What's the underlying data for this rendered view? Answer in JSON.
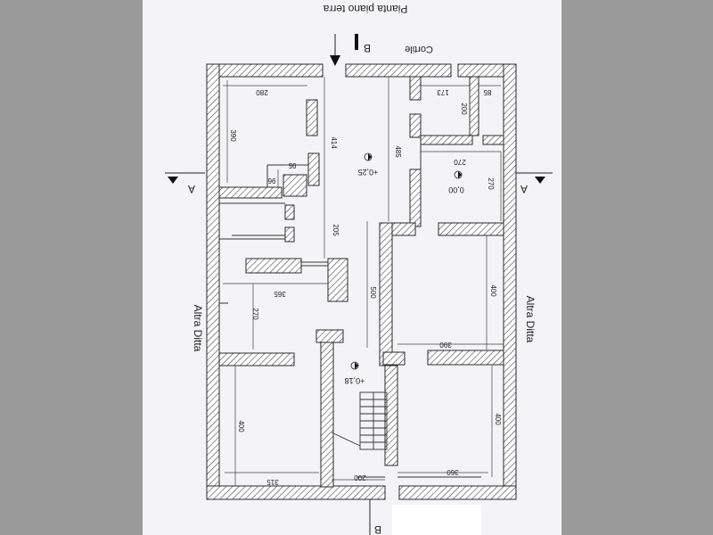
{
  "plan": {
    "title": "Pianta piano terra",
    "north_label": "Cortile",
    "east_label": "Altra Ditta",
    "west_label": "Altra Ditta",
    "section_a": "A",
    "section_b": "B"
  },
  "dimensions": {
    "d280": "280",
    "d390a": "390",
    "d414": "414",
    "d485": "485",
    "d173": "173",
    "d85": "85",
    "d200a": "200",
    "d270a": "270",
    "d270b": "270",
    "d95": "95",
    "d96": "96",
    "d205": "205",
    "d365": "365",
    "d270c": "270",
    "d500": "500",
    "d400a": "400",
    "d390b": "390",
    "d400b": "400",
    "d400c": "400",
    "d315": "315",
    "d200b": "200",
    "d360": "360"
  },
  "levels": {
    "l025": "+0,25",
    "l000": "0,00",
    "l018": "+0,18"
  },
  "colors": {
    "paper": "#f4f4f6",
    "line": "#2a2a2a",
    "redaction": "#ffffff"
  }
}
